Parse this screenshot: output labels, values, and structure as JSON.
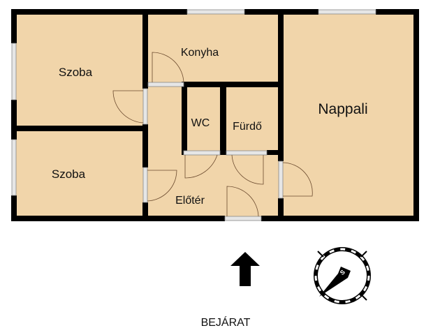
{
  "rooms": {
    "szoba_1": "Szoba",
    "szoba_2": "Szoba",
    "konyha": "Konyha",
    "wc": "WC",
    "furdo": "Fürdő",
    "nappali": "Nappali",
    "eloter": "Előtér"
  },
  "entrance_label": "BEJÁRAT",
  "icons": {
    "entrance": "arrow-up-icon",
    "compass": "compass-icon"
  },
  "colors": {
    "floor": "#f1d5aa",
    "wall": "#000000"
  }
}
